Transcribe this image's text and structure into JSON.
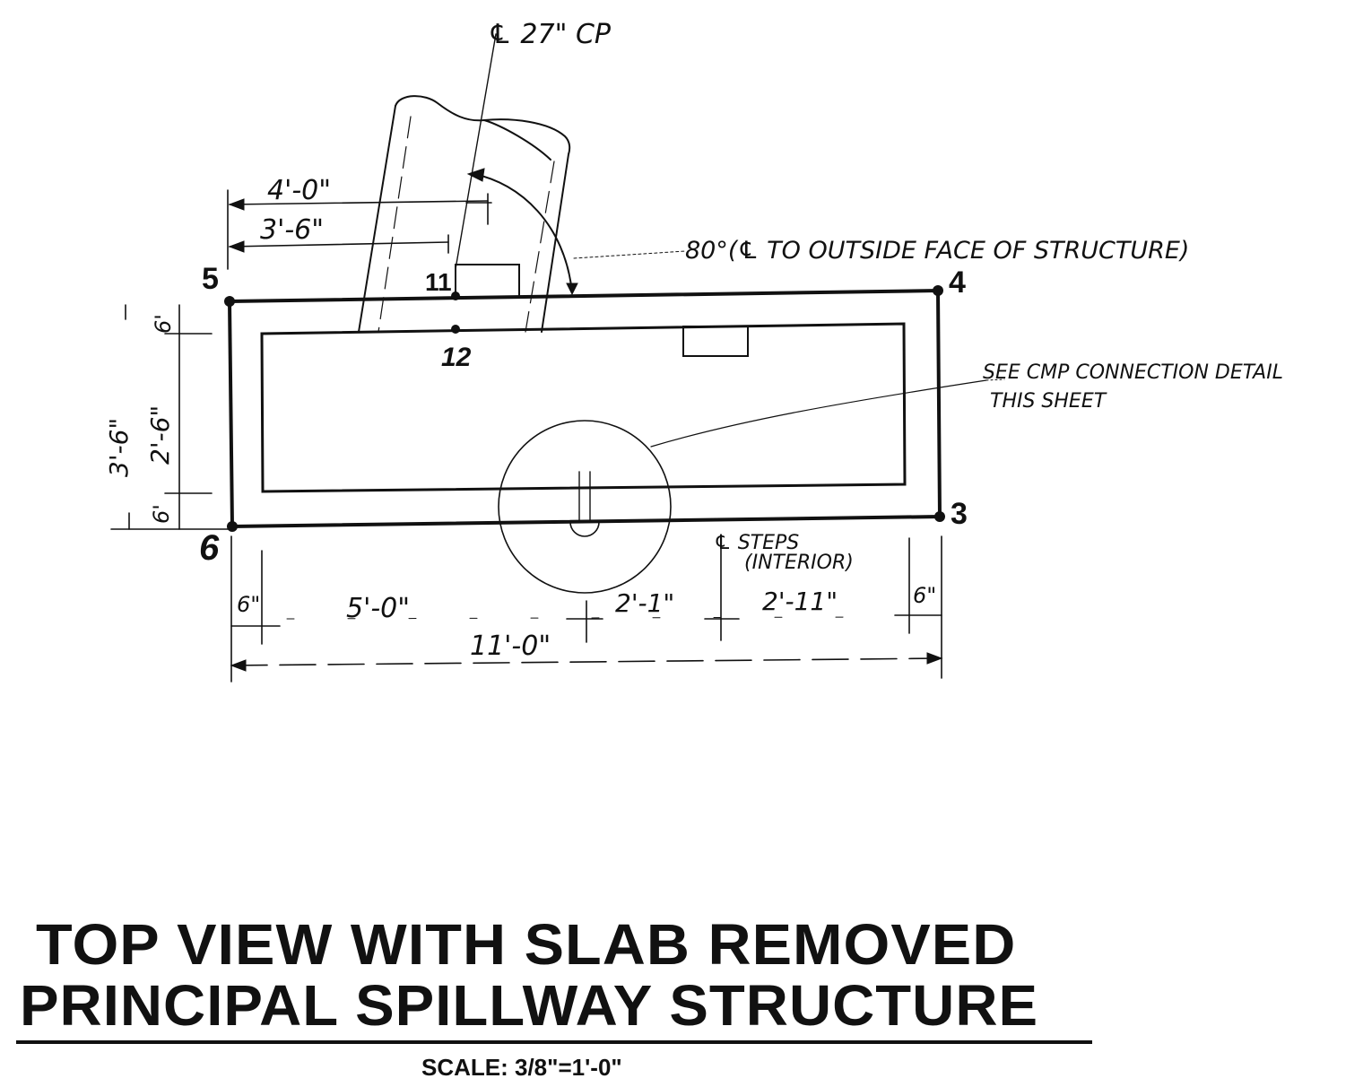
{
  "drawing": {
    "pipe_label": "℄ 27\" CP",
    "angle_note": "80°(℄ TO OUTSIDE FACE OF STRUCTURE)",
    "connection_note_line1": "SEE CMP CONNECTION DETAIL",
    "connection_note_line2": "THIS SHEET",
    "steps_label_line1": "℄ STEPS",
    "steps_label_line2": "(INTERIOR)",
    "points": [
      "5",
      "4",
      "3",
      "6",
      "11",
      "12"
    ],
    "dims": {
      "top_outer": "4'-0\"",
      "top_inner": "3'-6\"",
      "left_overall": "3'-6\"",
      "left_inner": "2'-6\"",
      "left_top_wall": "6'",
      "left_bottom_wall": "6'",
      "bottom_left_wall": "6\"",
      "bottom_to_circle": "5'-0\"",
      "bottom_circle_to_steps": "2'-1\"",
      "bottom_steps_to_wall": "2'-11\"",
      "bottom_right_wall": "6\"",
      "bottom_overall": "11'-0\""
    }
  },
  "title": {
    "line1": "TOP VIEW WITH SLAB REMOVED",
    "line2": "PRINCIPAL SPILLWAY STRUCTURE",
    "scale": "SCALE: 3/8\"=1'-0\""
  }
}
